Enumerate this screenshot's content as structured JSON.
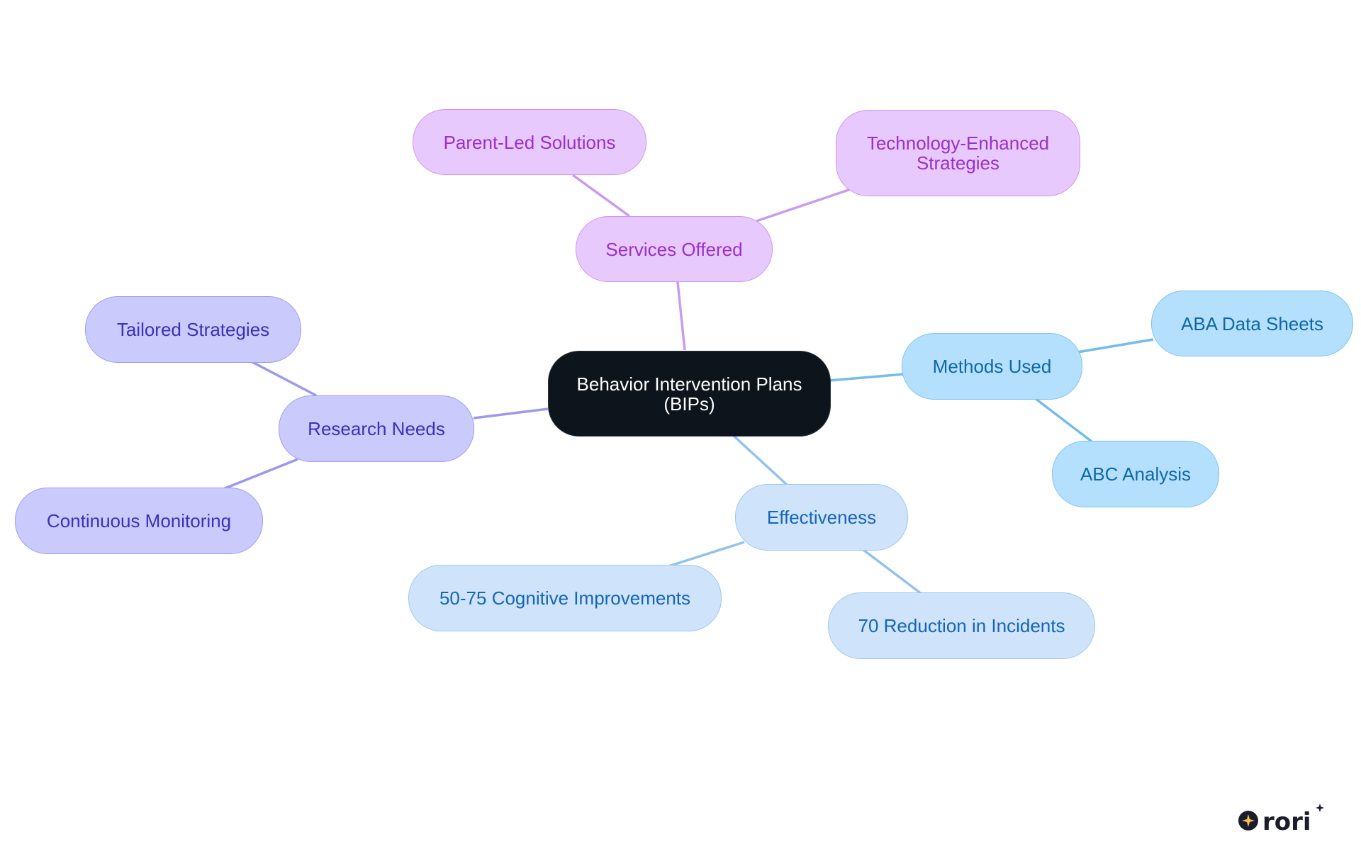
{
  "mindmap": {
    "root": {
      "label_line1": "Behavior Intervention Plans",
      "label_line2": "(BIPs)"
    },
    "branches": {
      "services": {
        "label": "Services Offered",
        "children": [
          "Parent-Led Solutions",
          "Technology-Enhanced",
          "Strategies"
        ]
      },
      "methods": {
        "label": "Methods Used",
        "children": [
          "ABA Data Sheets",
          "ABC Analysis"
        ]
      },
      "effectiveness": {
        "label": "Effectiveness",
        "children": [
          "50-75 Cognitive Improvements",
          "70 Reduction in Incidents"
        ]
      },
      "research": {
        "label": "Research Needs",
        "children": [
          "Tailored Strategies",
          "Continuous Monitoring"
        ]
      }
    },
    "colors": {
      "root": "#0d141c",
      "services": "#e7c9fd",
      "services_edge": "#cf94f3",
      "research": "#cbcafd",
      "research_edge": "#9f9cf1",
      "methods": "#b5e0fd",
      "methods_edge": "#7cc3f2",
      "effectiveness": "#cfe3fb",
      "effectiveness_edge": "#9ec8f0"
    }
  },
  "logo": {
    "text": "rori",
    "icon": "star-icon"
  }
}
